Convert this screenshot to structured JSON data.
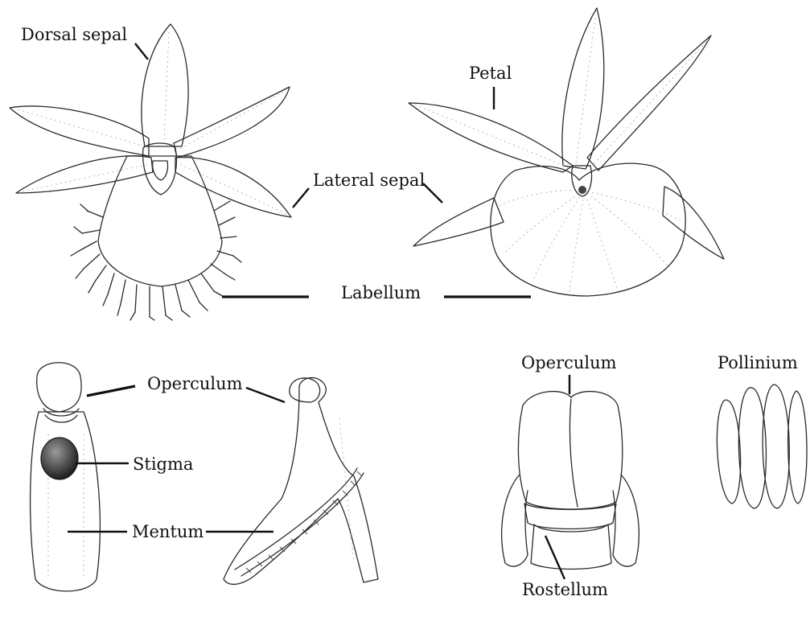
{
  "labels": {
    "dorsal_sepal": "Dorsal sepal",
    "petal": "Petal",
    "lateral_sepal": "Lateral sepal",
    "labellum": "Labellum",
    "operculum_left": "Operculum",
    "stigma": "Stigma",
    "mentum": "Mentum",
    "operculum_right": "Operculum",
    "pollinium": "Pollinium",
    "rostellum": "Rostellum"
  }
}
